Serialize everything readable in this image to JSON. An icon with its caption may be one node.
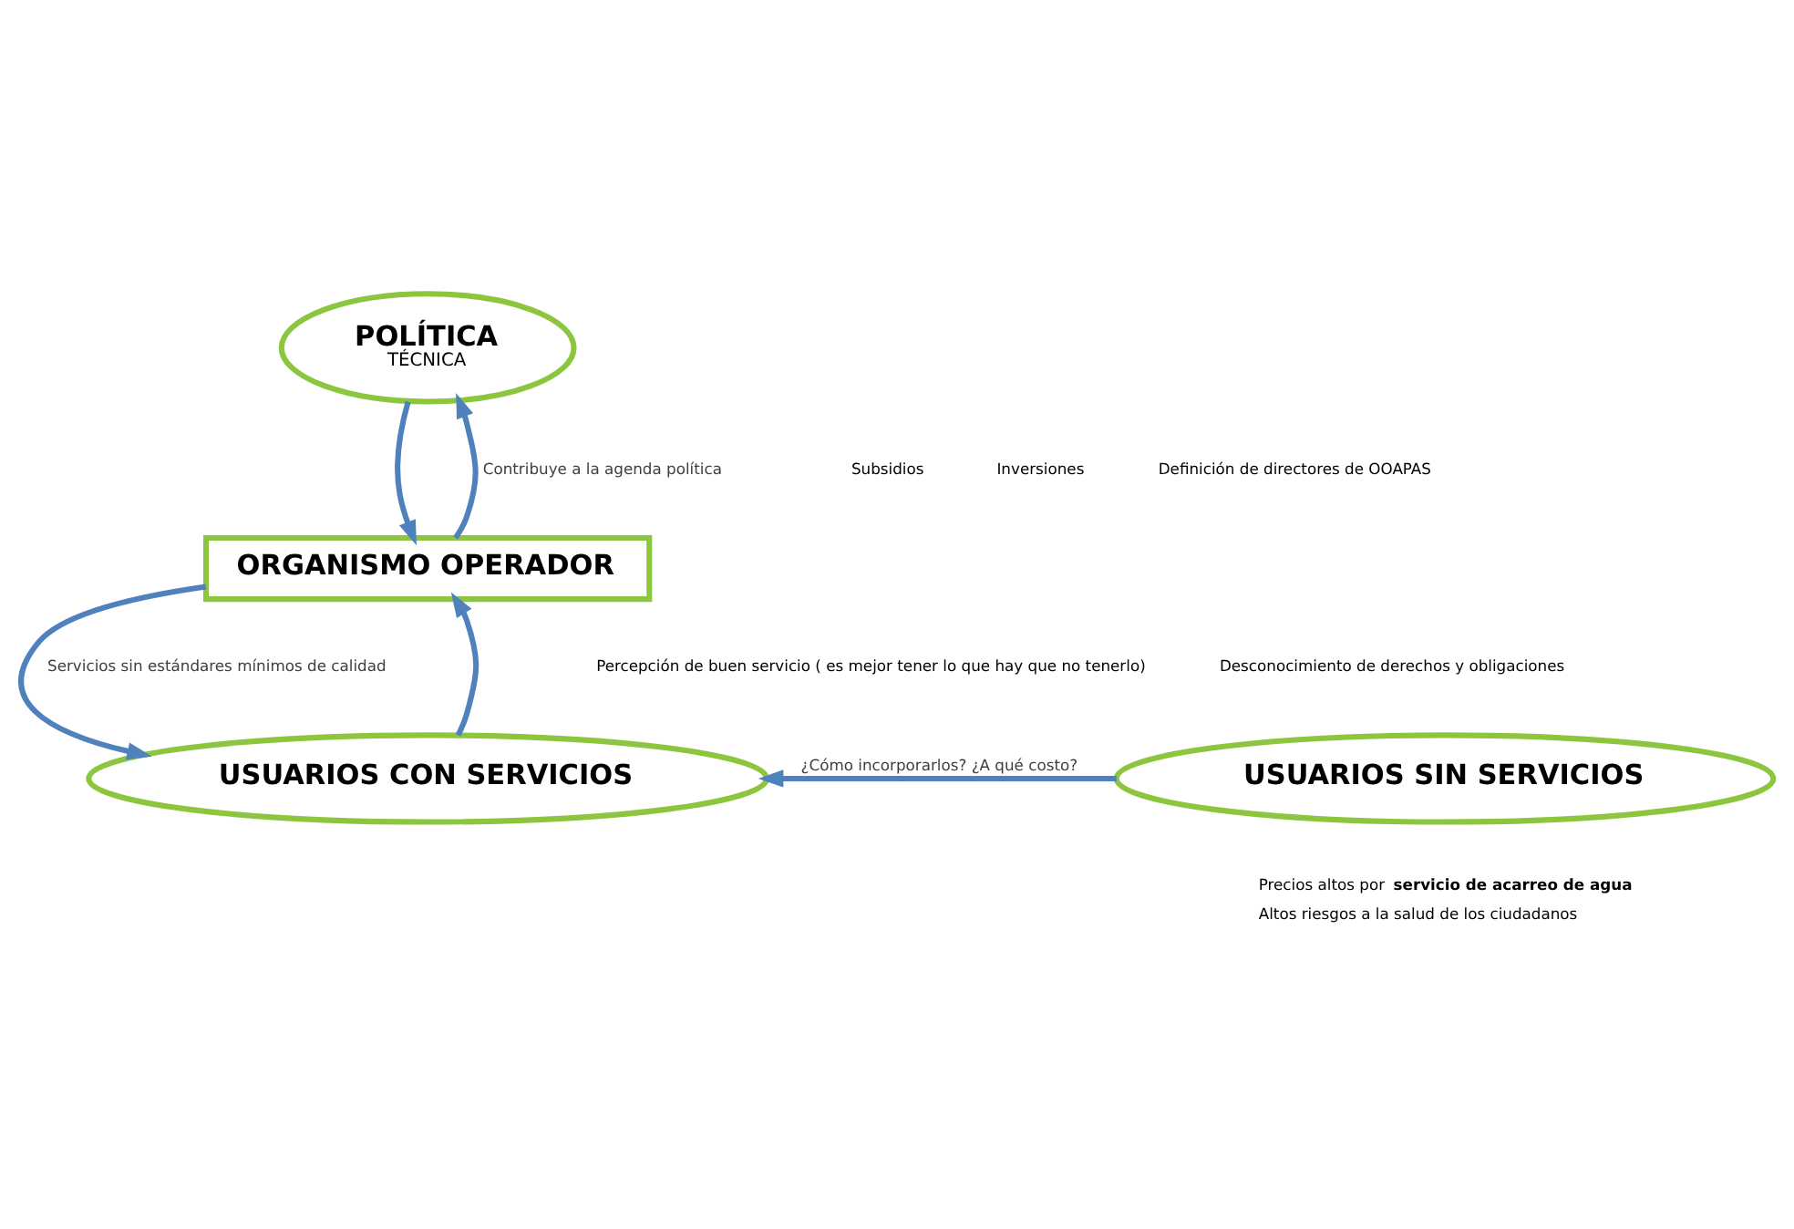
{
  "diagram": {
    "nodes": [
      {
        "text": [
          "POLÍTICA",
          "TÉCNICA"
        ]
      },
      {
        "text": [
          "ORGANISMO OPERADOR"
        ]
      },
      {
        "text": [
          "USUARIOS CON SERVICIOS"
        ]
      },
      {
        "text": [
          "USUARIOS SIN SERVICIOS"
        ],
        "beside": [
          "Precios altos por **servicio de acarreo de agua**",
          "Altos riesgos a la salud de los ciudadanos"
        ]
      }
    ],
    "edges": [
      {
        "from": 0,
        "to": 1,
        "arrow": "to"
      },
      {
        "from": 1,
        "to": 0,
        "arrow": "to",
        "label": "Contribuye a la agenda política"
      },
      {
        "from": 1,
        "to": 2,
        "arrow": "to",
        "label": "Servicios sin estándares mínimos de calidad"
      },
      {
        "from": 2,
        "to": 1,
        "arrow": "to"
      },
      {
        "from": 3,
        "to": 2,
        "arrow": "to",
        "label": "¿Cómo incorporarlos? ¿A qué costo?"
      }
    ],
    "labels": [
      "Subsidios",
      "Inversiones",
      "Definición de directores de OOAPAS",
      "Percepción de buen servicio ( es mejor tener lo que hay que no tenerlo)",
      "Desconocimiento de derechos y obligaciones"
    ]
  }
}
